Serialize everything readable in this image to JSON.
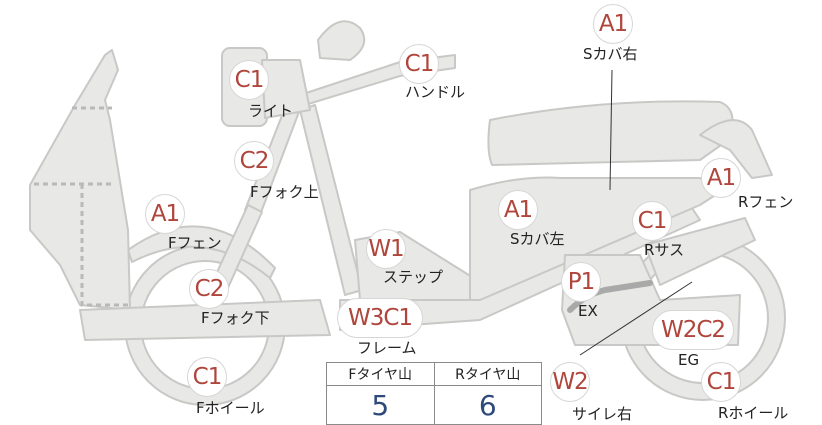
{
  "colors": {
    "badge_text": "#b0453c",
    "body_fill": "#e8e8e6",
    "outline": "#c8c8c6",
    "value_text": "#2e4a7a"
  },
  "parts": [
    {
      "key": "s-cover-right",
      "grade": "A1",
      "label": "Sカバ右"
    },
    {
      "key": "light",
      "grade": "C1",
      "label": "ライト"
    },
    {
      "key": "handle",
      "grade": "C1",
      "label": "ハンドル"
    },
    {
      "key": "f-fork-upper",
      "grade": "C2",
      "label": "Fフォク上"
    },
    {
      "key": "r-fender",
      "grade": "A1",
      "label": "Rフェン"
    },
    {
      "key": "f-fender",
      "grade": "A1",
      "label": "Fフェン"
    },
    {
      "key": "s-cover-left",
      "grade": "A1",
      "label": "Sカバ左"
    },
    {
      "key": "r-suspension",
      "grade": "C1",
      "label": "Rサス"
    },
    {
      "key": "step",
      "grade": "W1",
      "label": "ステップ"
    },
    {
      "key": "f-fork-lower",
      "grade": "C2",
      "label": "Fフォク下"
    },
    {
      "key": "exhaust",
      "grade": "P1",
      "label": "EX"
    },
    {
      "key": "engine",
      "grade": "W2C2",
      "label": "EG"
    },
    {
      "key": "frame",
      "grade": "W3C1",
      "label": "フレーム"
    },
    {
      "key": "muffler-right",
      "grade": "W2",
      "label": "サイレ右"
    },
    {
      "key": "f-wheel",
      "grade": "C1",
      "label": "Fホイール"
    },
    {
      "key": "r-wheel",
      "grade": "C1",
      "label": "Rホイール"
    }
  ],
  "tread": {
    "front_header": "Fタイヤ山",
    "front_value": "5",
    "rear_header": "Rタイヤ山",
    "rear_value": "6"
  }
}
